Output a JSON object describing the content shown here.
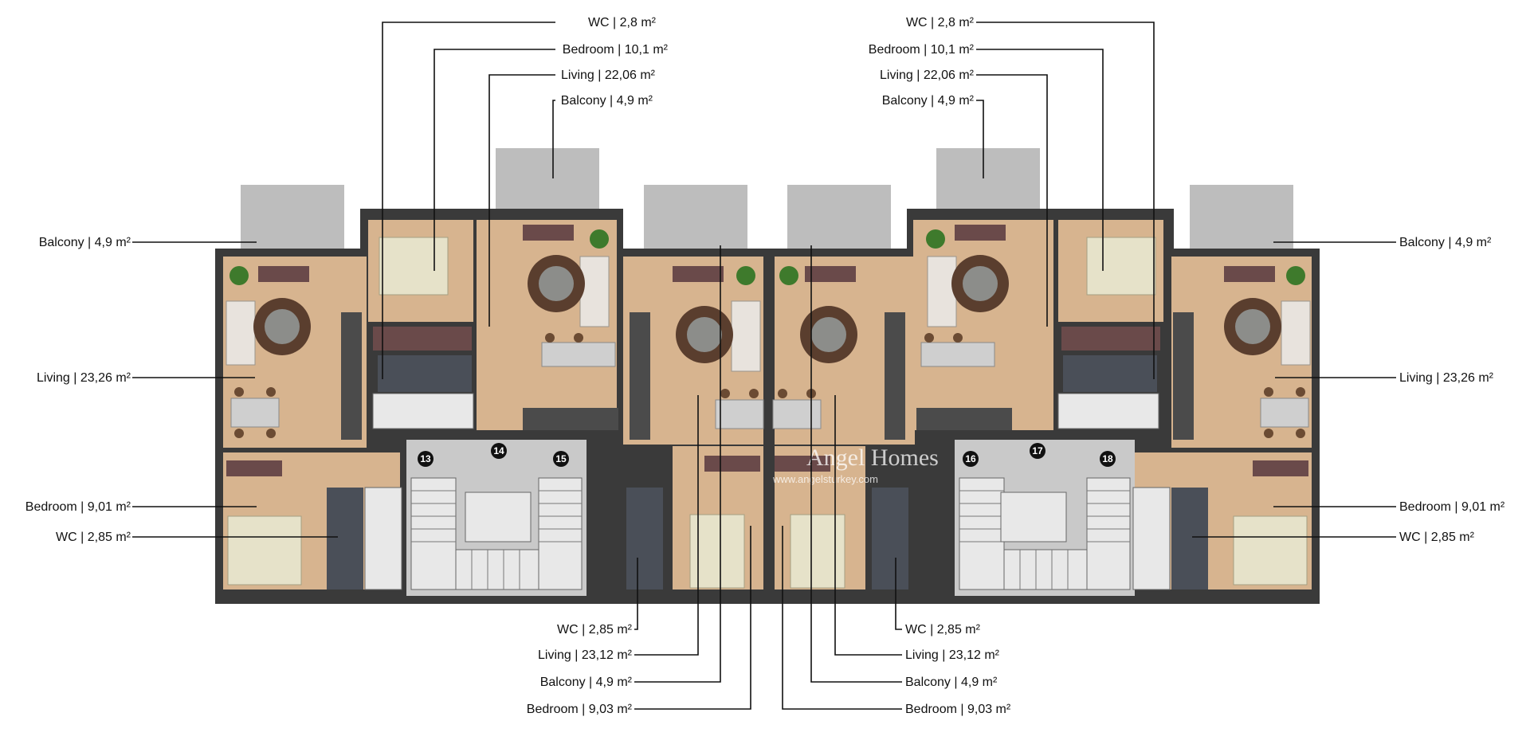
{
  "labels": {
    "top_left": {
      "wc": "WC | 2,8 m²",
      "bedroom": "Bedroom | 10,1 m²",
      "living": "Living | 22,06 m²",
      "balcony": "Balcony | 4,9 m²"
    },
    "top_right": {
      "wc": "WC | 2,8 m²",
      "bedroom": "Bedroom | 10,1 m²",
      "living": "Living | 22,06 m²",
      "balcony": "Balcony | 4,9 m²"
    },
    "left": {
      "balcony": "Balcony | 4,9 m²",
      "living": "Living | 23,26 m²",
      "bedroom": "Bedroom | 9,01 m²",
      "wc": "WC | 2,85 m²"
    },
    "right": {
      "balcony": "Balcony | 4,9 m²",
      "living": "Living | 23,26 m²",
      "bedroom": "Bedroom | 9,01 m²",
      "wc": "WC | 2,85 m²"
    },
    "bottom_left": {
      "wc": "WC | 2,85 m²",
      "living": "Living | 23,12 m²",
      "balcony": "Balcony | 4,9 m²",
      "bedroom": "Bedroom | 9,03 m²"
    },
    "bottom_right": {
      "wc": "WC | 2,85 m²",
      "living": "Living | 23,12 m²",
      "balcony": "Balcony | 4,9 m²",
      "bedroom": "Bedroom | 9,03 m²"
    }
  },
  "unit_numbers": [
    "13",
    "14",
    "15",
    "16",
    "17",
    "18"
  ],
  "watermark": {
    "brand": "Angel Homes",
    "sub": "www.angelsturkey.com"
  },
  "colors": {
    "wall": "#3a3a3a",
    "floor_wood": "#d7b48f",
    "stair_hall": "#c9c9c9",
    "leader_line": "#111111"
  }
}
